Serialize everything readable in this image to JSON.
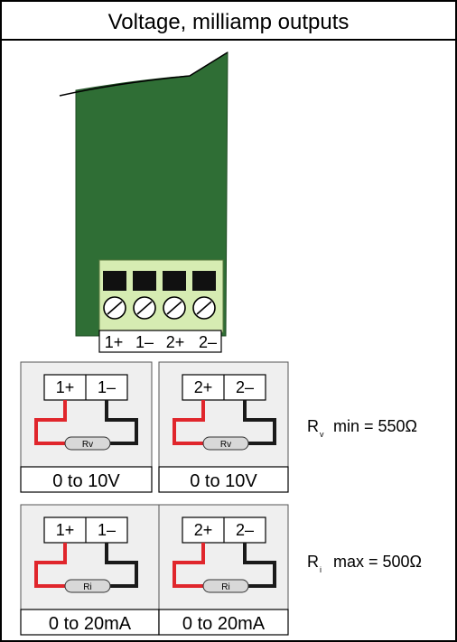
{
  "title": "Voltage, milliamp outputs",
  "board": {
    "terminal_labels": [
      "1+",
      "1–",
      "2+",
      "2–"
    ],
    "colors": {
      "pcb": "#2f6e35",
      "connector": "#d6ecb2",
      "terminal_block": "#111111"
    }
  },
  "voltage_outputs": {
    "panels": [
      {
        "terminals": [
          "1+",
          "1–"
        ],
        "resistor": "Rv",
        "range": "0 to 10V"
      },
      {
        "terminals": [
          "2+",
          "2–"
        ],
        "resistor": "Rv",
        "range": "0 to 10V"
      }
    ],
    "note": {
      "symbol": "R",
      "subscript": "v",
      "text": "min = 550Ω"
    }
  },
  "current_outputs": {
    "panels": [
      {
        "terminals": [
          "1+",
          "1–"
        ],
        "resistor": "Ri",
        "range": "0 to 20mA"
      },
      {
        "terminals": [
          "2+",
          "2–"
        ],
        "resistor": "Ri",
        "range": "0 to 20mA"
      }
    ],
    "note": {
      "symbol": "R",
      "subscript": "i",
      "text": "max = 500Ω"
    }
  },
  "colors": {
    "positive_wire": "#e0262c",
    "negative_wire": "#1a1a1a",
    "panel_bg": "#efefef"
  }
}
